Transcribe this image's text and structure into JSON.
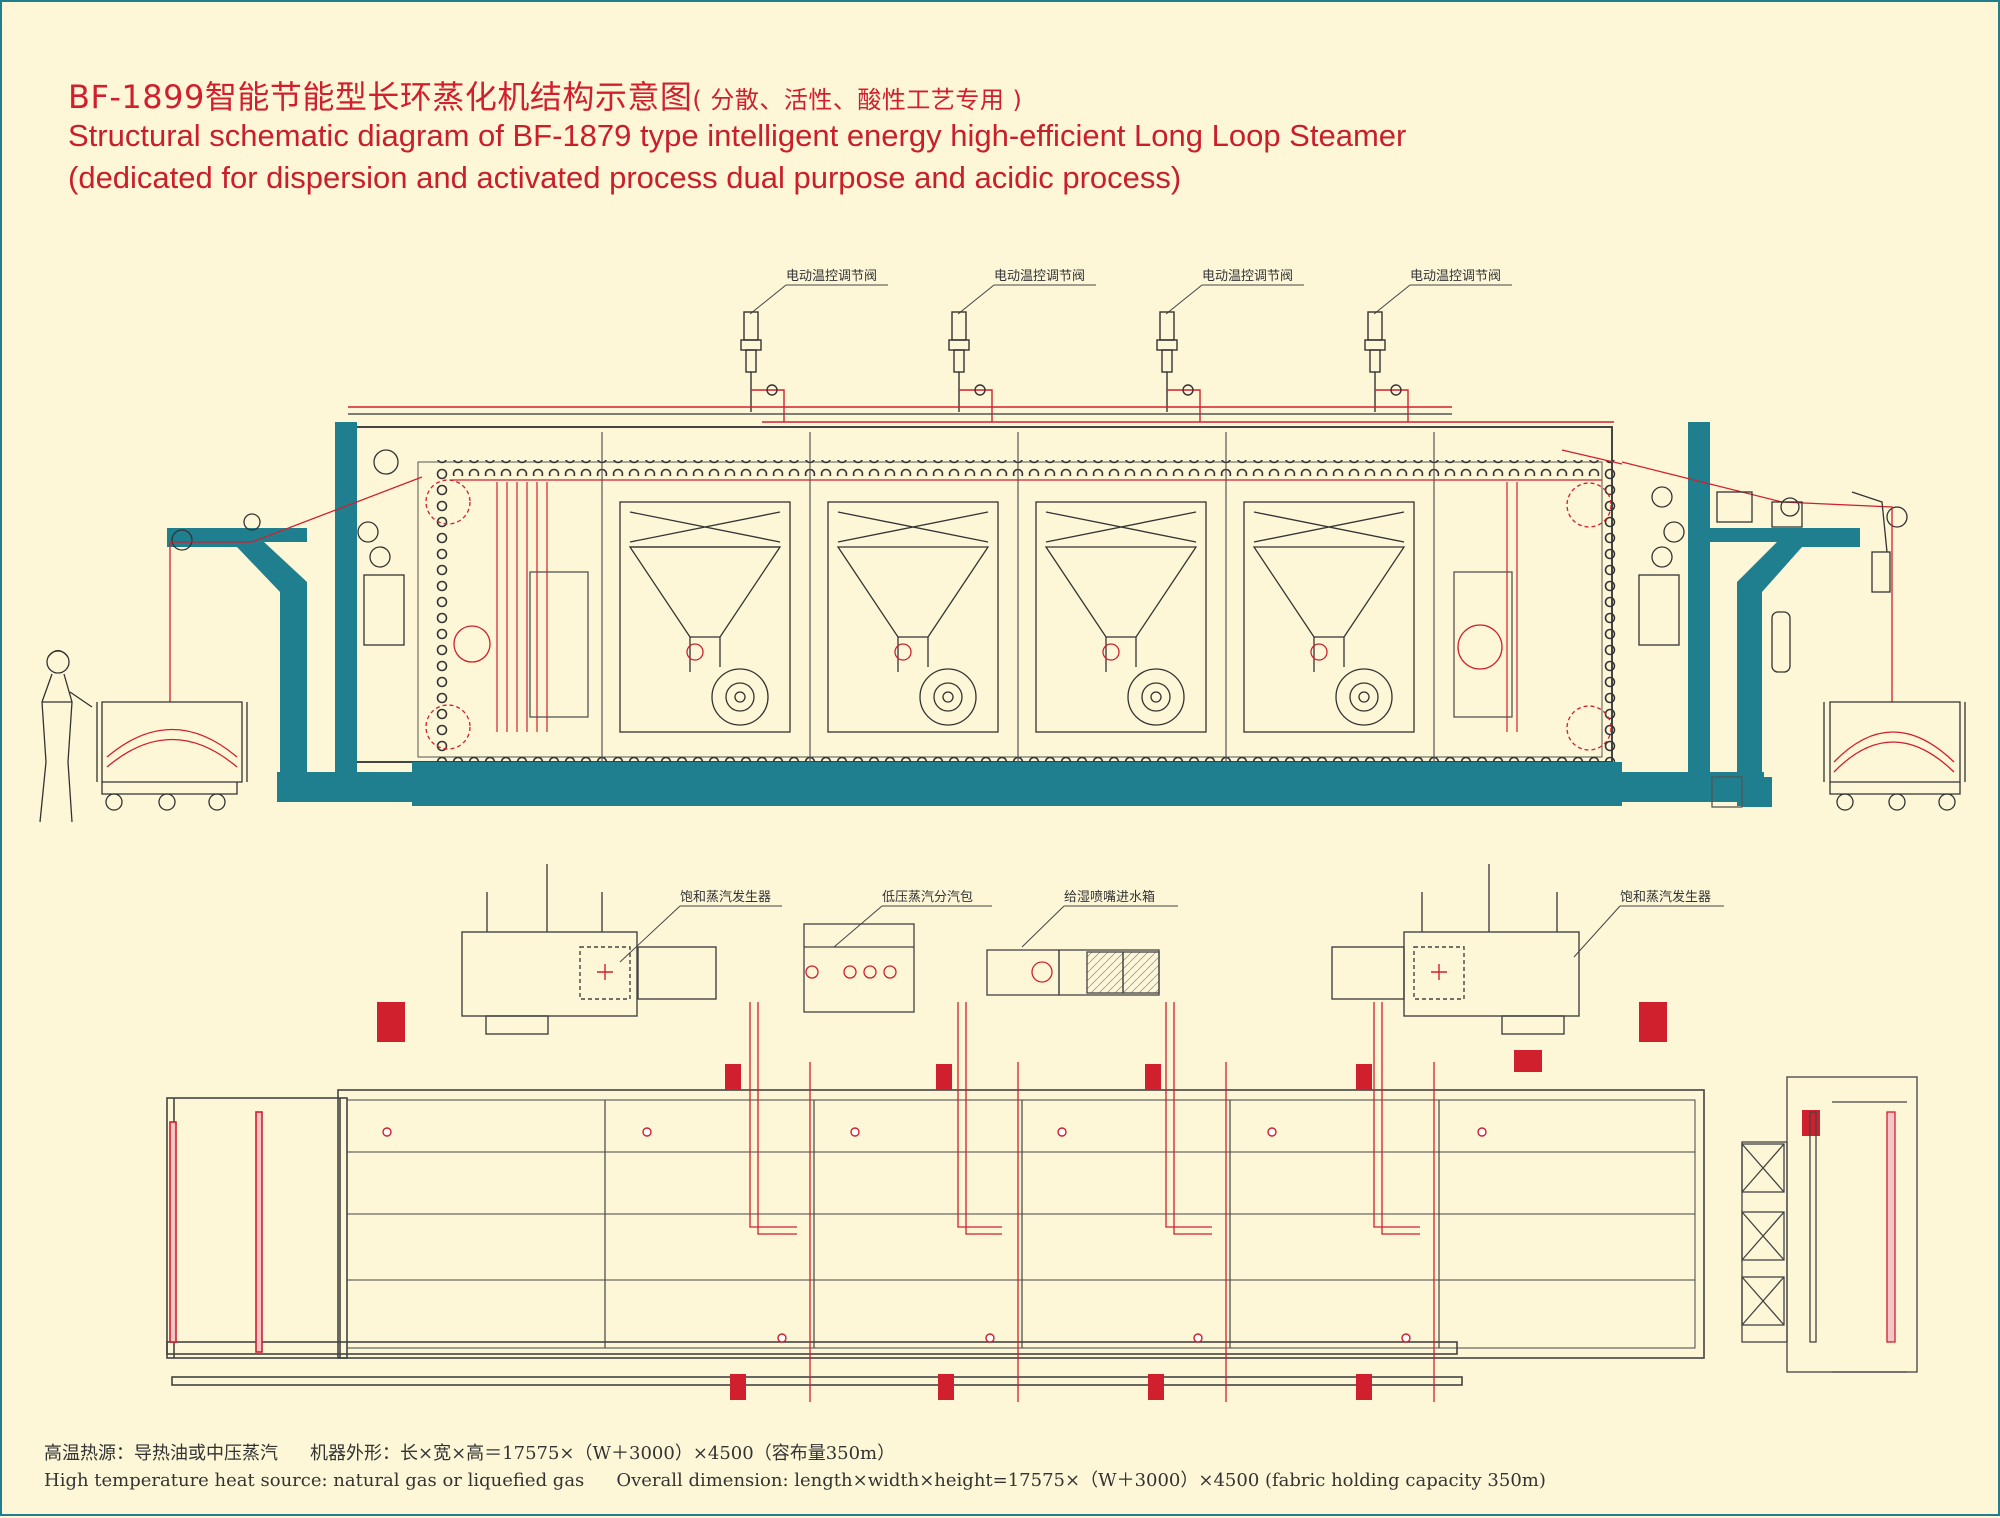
{
  "title": {
    "cn_main": "BF-1899智能节能型长环蒸化机结构示意图",
    "cn_sub": "( 分散、活性、酸性工艺专用 )",
    "en_line1": "Structural schematic diagram of BF-1879 type intelligent energy high-efficient Long Loop Steamer",
    "en_line2": "(dedicated for dispersion and activated process dual purpose and acidic process)"
  },
  "side_view": {
    "valve_labels": [
      "电动温控调节阀",
      "电动温控调节阀",
      "电动温控调节阀",
      "电动温控调节阀"
    ]
  },
  "plan_view": {
    "labels": {
      "generator_left": "饱和蒸汽发生器",
      "low_pressure_header": "低压蒸汽分汽包",
      "water_tank": "给湿喷嘴进水箱",
      "generator_right": "饱和蒸汽发生器"
    }
  },
  "footer": {
    "cn_heat": "高温热源：导热油或中压蒸汽",
    "cn_dim": "机器外形：长×宽×高＝17575×（W＋3000）×4500（容布量350m）",
    "en_heat": "High temperature heat source: natural gas or liquefied gas",
    "en_dim": "Overall dimension: length×width×height=17575×（W＋3000）×4500 (fabric holding capacity 350m)"
  },
  "colors": {
    "frame_teal": "#1f7f8e",
    "line_red": "#d0202e",
    "line_gray": "#555555",
    "background": "#fdf7d8"
  }
}
